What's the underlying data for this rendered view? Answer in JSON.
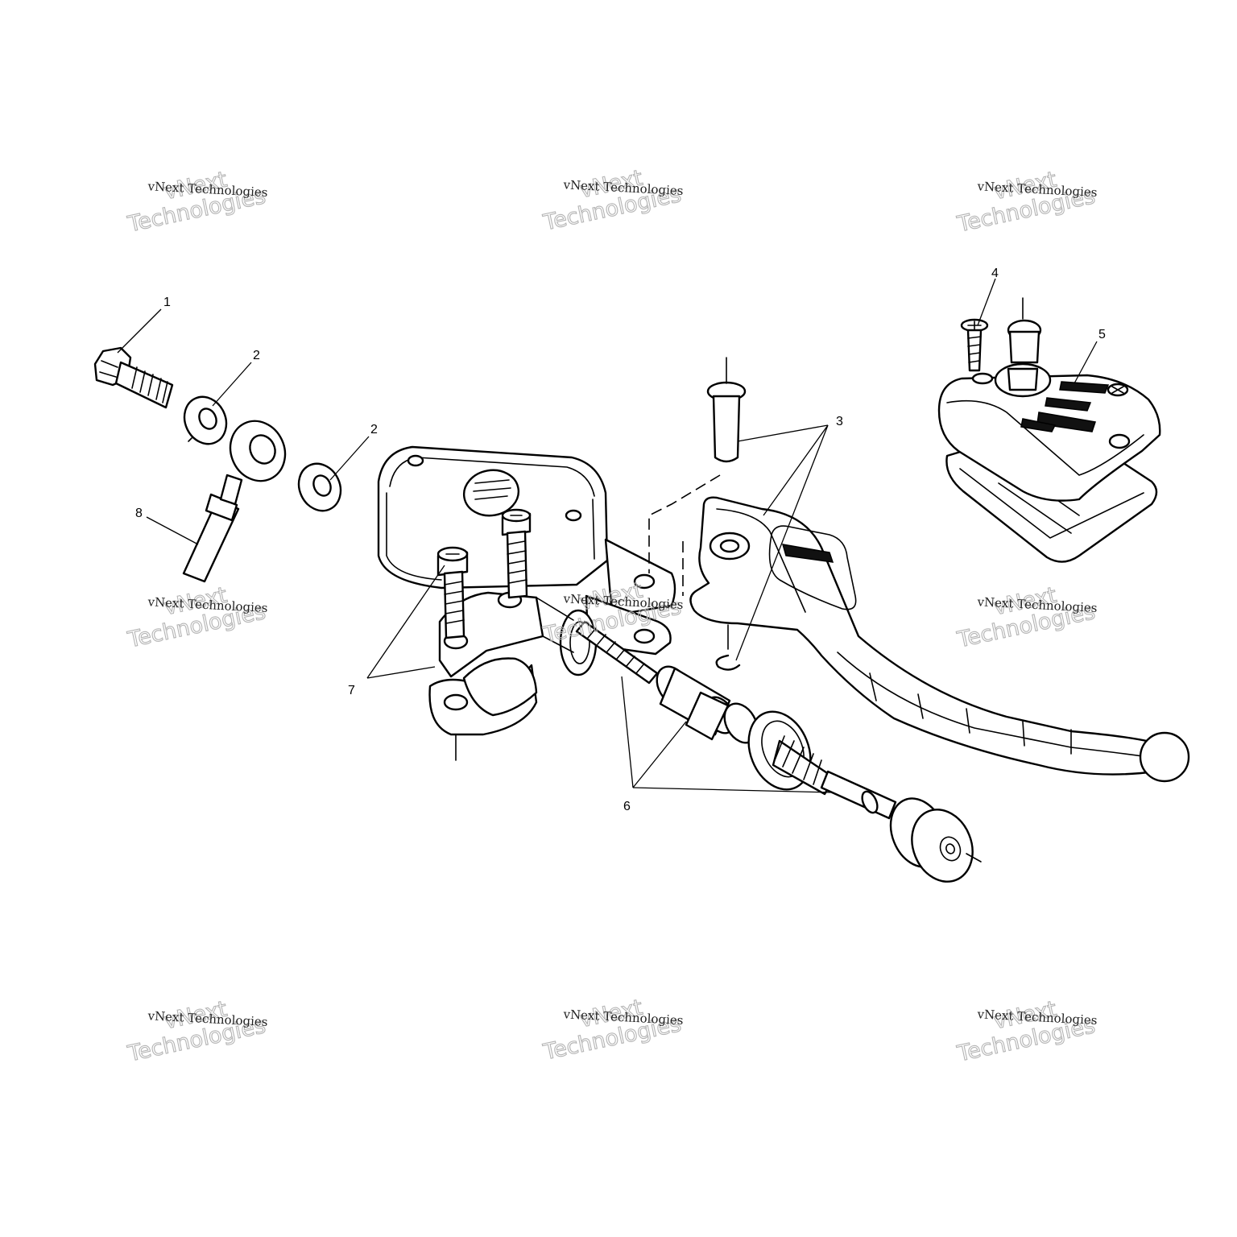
{
  "callouts": [
    "1",
    "2",
    "2",
    "3",
    "4",
    "5",
    "6",
    "7",
    "8"
  ],
  "watermark": {
    "line_small": "vNext Technologies",
    "line_big_1": "vNext",
    "line_big_2": "Technologies"
  }
}
